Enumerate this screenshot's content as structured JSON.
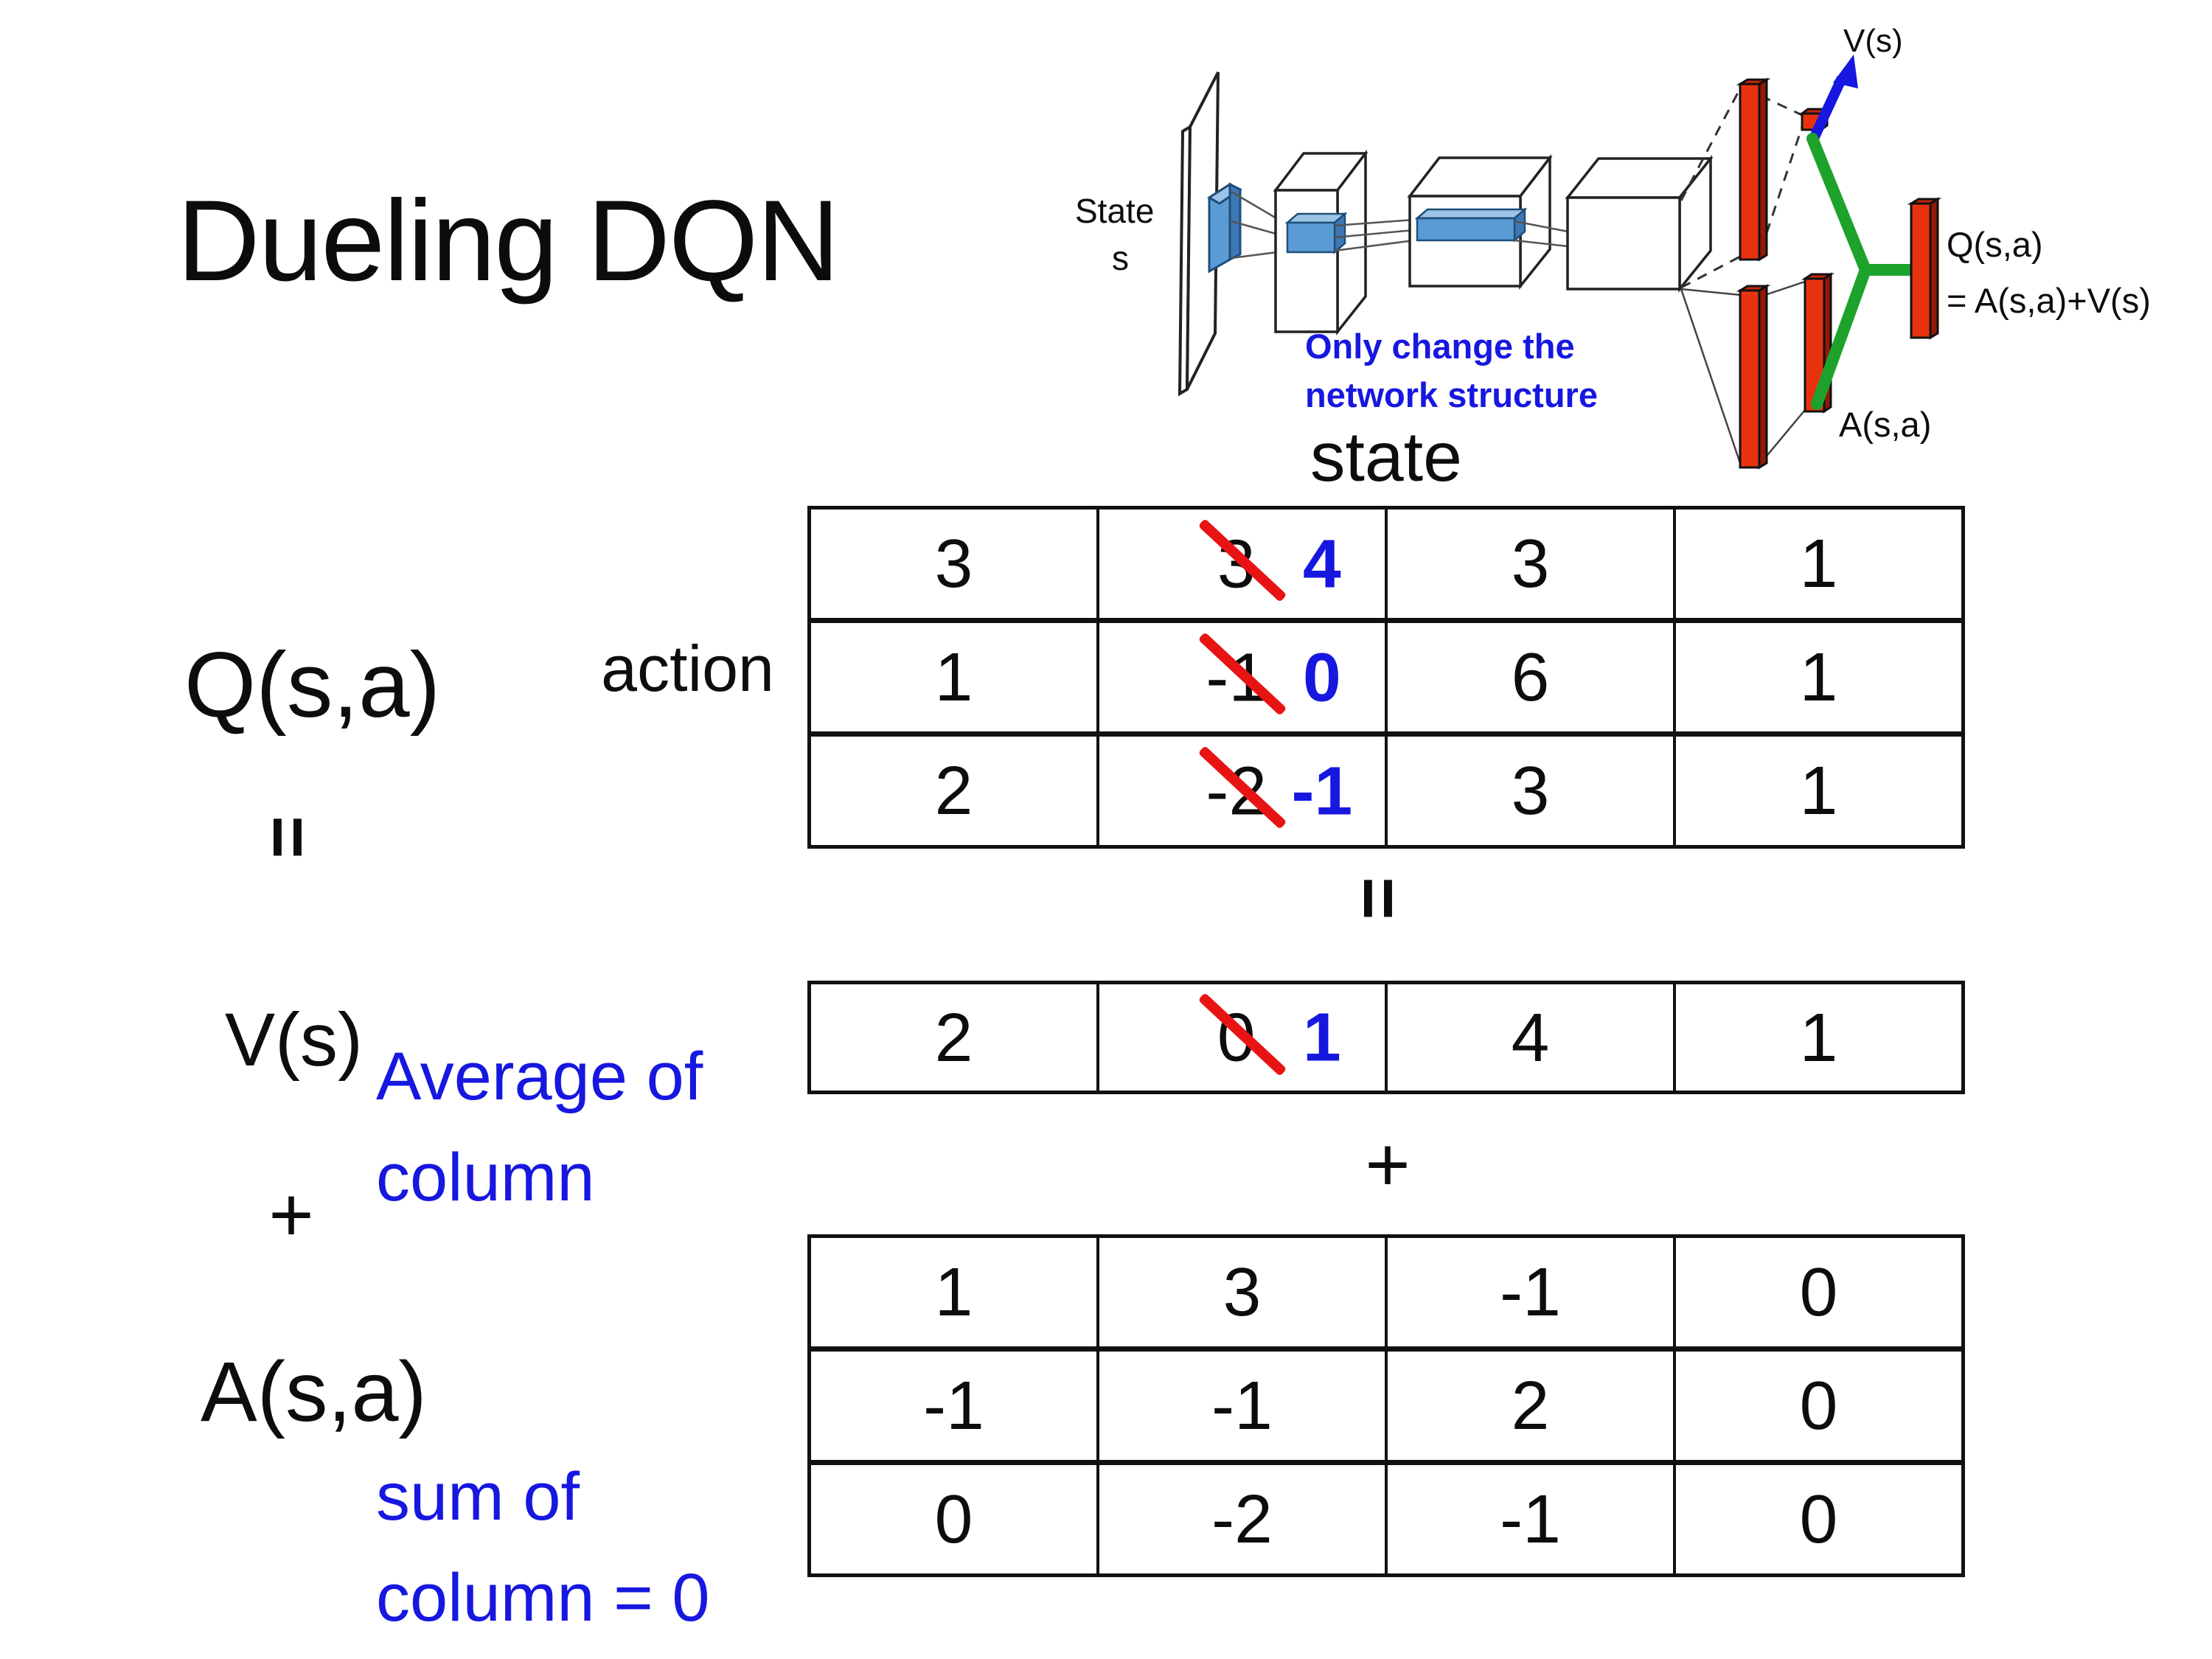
{
  "slide": {
    "title": "Dueling DQN"
  },
  "diagram": {
    "state_label_line1": "State",
    "state_label_line2": "s",
    "v_output_label": "V(s)",
    "q_output_label_line1": "Q(s,a)",
    "q_output_label_line2": "= A(s,a)+V(s)",
    "a_output_label": "A(s,a)",
    "note_line1": "Only change the",
    "note_line2": "network structure"
  },
  "equation": {
    "q_label": "Q(s,a)",
    "equals_left": "=",
    "equals_center": "=",
    "v_label": "V(s)",
    "plus_left": "+",
    "plus_center": "+",
    "a_label": "A(s,a)",
    "avg_note_line1": "Average of",
    "avg_note_line2": "column",
    "sum_note_line1": "sum of",
    "sum_note_line2": "column = 0"
  },
  "tables": {
    "state_header": "state",
    "action_label": "action",
    "q_table": {
      "rows": [
        [
          {
            "v": "3"
          },
          {
            "old": "3",
            "new": "4"
          },
          {
            "v": "3"
          },
          {
            "v": "1"
          }
        ],
        [
          {
            "v": "1"
          },
          {
            "old": "-1",
            "new": "0"
          },
          {
            "v": "6"
          },
          {
            "v": "1"
          }
        ],
        [
          {
            "v": "2"
          },
          {
            "old": "-2",
            "new": "-1"
          },
          {
            "v": "3"
          },
          {
            "v": "1"
          }
        ]
      ]
    },
    "v_row": {
      "rows": [
        [
          {
            "v": "2"
          },
          {
            "old": "0",
            "new": "1"
          },
          {
            "v": "4"
          },
          {
            "v": "1"
          }
        ]
      ]
    },
    "a_table": {
      "rows": [
        [
          {
            "v": "1"
          },
          {
            "v": "3"
          },
          {
            "v": "-1"
          },
          {
            "v": "0"
          }
        ],
        [
          {
            "v": "-1"
          },
          {
            "v": "-1"
          },
          {
            "v": "2"
          },
          {
            "v": "0"
          }
        ],
        [
          {
            "v": "0"
          },
          {
            "v": "-2"
          },
          {
            "v": "-1"
          },
          {
            "v": "0"
          }
        ]
      ]
    }
  },
  "colors": {
    "accent_blue": "#1717e0",
    "strike_red": "#e81414",
    "bar_red": "#e8320e",
    "bar_red_dark": "#921a04",
    "merge_green": "#1da32b",
    "feature_blue": "#5b9bd5"
  }
}
